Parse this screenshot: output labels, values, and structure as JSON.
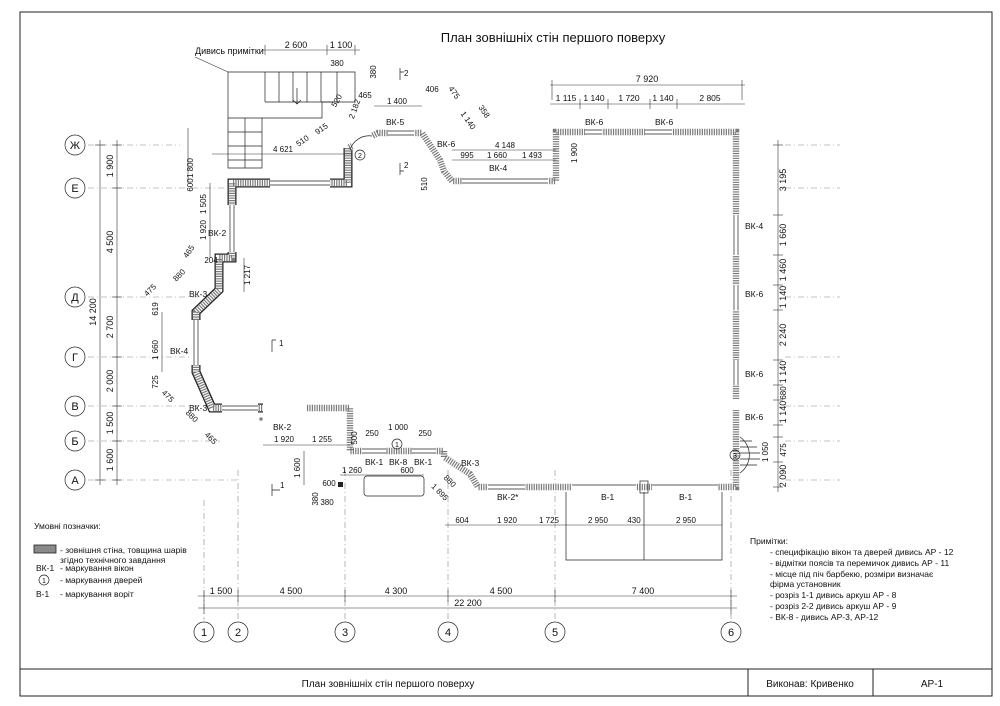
{
  "title": "План зовнішніх стін першого поверху",
  "stamp": {
    "drawing_name": "План зовнішніх стін першого поверху",
    "author": "Виконав: Кривенко",
    "sheet": "АР-1"
  },
  "note_see": "Дивись примітки",
  "axes": {
    "letters": [
      "Ж",
      "Е",
      "Д",
      "Г",
      "В",
      "Б",
      "А"
    ],
    "numbers": [
      "1",
      "2",
      "3",
      "4",
      "5",
      "6"
    ]
  },
  "left_dims": {
    "segments": [
      "1 900",
      "4 500",
      "2 700",
      "2 000",
      "1 500",
      "1 600"
    ],
    "total": "14 200"
  },
  "bottom_dims": {
    "segments": [
      "1 500",
      "4 500",
      "4 300",
      "4 500",
      "7 400"
    ],
    "total": "22 200"
  },
  "top_dims": {
    "a": "2 600",
    "b": "1 100",
    "c": "380",
    "d": "380",
    "right_total": "7 920",
    "right_segments": [
      "1 115",
      "1 140",
      "1 720",
      "1 140",
      "2 805"
    ]
  },
  "right_dims": [
    "3 195",
    "1 660",
    "1 460",
    "1 140",
    "2 240",
    "1 140",
    "680",
    "1 140",
    "475",
    "1 050",
    "2 090"
  ],
  "window_labels": {
    "vk5": "ВК-5",
    "vk6a": "ВК-6",
    "vk6b": "ВК-6",
    "vk6c": "ВК-6",
    "vk4top": "ВК-4",
    "vk2left": "ВК-2",
    "vk3left": "ВК-3",
    "vk4left": "ВК-4",
    "vk3bot": "ВК-3",
    "vk2bot": "ВК-2",
    "vk1a": "ВК-1",
    "vk8": "ВК-8",
    "vk1b": "ВК-1",
    "vk3door": "ВК-3",
    "vk2star": "ВК-2*",
    "b1a": "В-1",
    "b1b": "В-1",
    "vk4right": "ВК-4",
    "vk6r1": "ВК-6",
    "vk6r2": "ВК-6",
    "vk6r3": "ВК-6"
  },
  "misc_dims": {
    "d4621": "4 621",
    "d1800": "1 800",
    "d600": "600",
    "d1505": "1 505",
    "d1920": "1 920",
    "d465": "465",
    "d204": "204",
    "d1217": "1 217",
    "d880": "880",
    "d475": "475",
    "d619": "619",
    "d1660": "1 660",
    "d725": "725",
    "d1255": "1 255",
    "d500": "500",
    "d250a": "250",
    "d1000": "1 000",
    "d250b": "250",
    "d1260": "1 260",
    "d600b": "600",
    "d1600": "1 600",
    "d600c": "600",
    "d380a": "380",
    "d380b": "380",
    "d604": "604",
    "d1920b": "1 920",
    "d1725": "1 725",
    "d2950a": "2 950",
    "d430": "430",
    "d2950b": "2 950",
    "d1400": "1 400",
    "d406": "406",
    "d1140": "1 140",
    "d358": "358",
    "d4148": "4 148",
    "d995": "995",
    "d1660b": "1 660",
    "d1493": "1 493",
    "d1900": "1 900",
    "d510a": "510",
    "d510b": "510",
    "d915": "915",
    "d2182": "2 182",
    "d520": "520",
    "d465b": "465",
    "d475b": "475",
    "d880b": "880",
    "d1895": "1 895",
    "d880c": "880",
    "d465c": "465",
    "d475c": "475",
    "d1920c": "1 920"
  },
  "door_marks": [
    "2",
    "1",
    "3"
  ],
  "section_marks": [
    "1",
    "1",
    "2",
    "2"
  ],
  "legend": {
    "title": "Умовні позначки:",
    "items": [
      {
        "symbol": "",
        "text": "- зовнішня стіна, товщина шарів згідно технічного завдання"
      },
      {
        "symbol": "ВК-1",
        "text": "- маркування вікон"
      },
      {
        "symbol": "1",
        "text": "- маркування дверей"
      },
      {
        "symbol": "В-1",
        "text": "- маркування воріт"
      }
    ]
  },
  "notes": {
    "title": "Примітки:",
    "items": [
      "- специфікацію вікон та дверей дивись АР - 12",
      "- відмітки поясів та перемичок дивись АР - 11",
      "- місце під піч барбекю, розміри визначає фірма установник",
      "- розріз 1-1 дивись аркуш АР - 8",
      "- розріз 2-2 дивись аркуш АР - 9",
      "- ВК-8 - дивись АР-3, АР-12"
    ]
  }
}
